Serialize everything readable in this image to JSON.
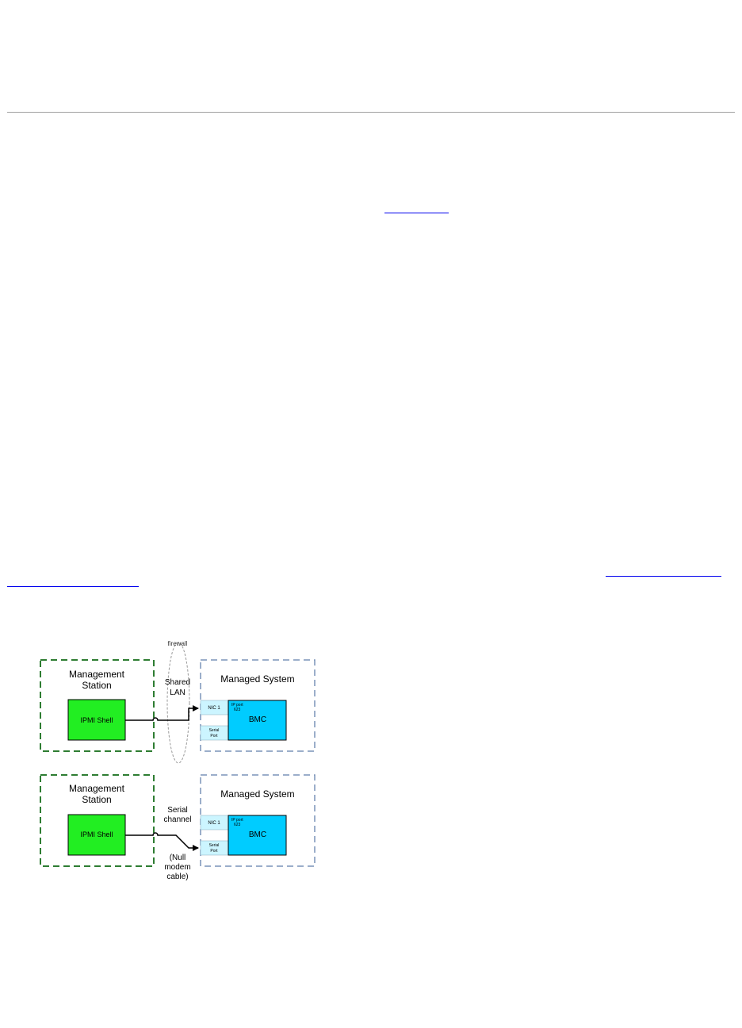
{
  "diagram": {
    "top": {
      "station_title_1": "Management",
      "station_title_2": "Station",
      "shell_label": "IPMI Shell",
      "firewall_label": "firewall",
      "channel_label_1": "Shared",
      "channel_label_2": "LAN",
      "system_title": "Managed System",
      "nic_label": "NIC 1",
      "serial_label_1": "Serial",
      "serial_label_2": "Port",
      "ipport_label_1": "IP port",
      "ipport_label_2": "623",
      "bmc_label": "BMC"
    },
    "bottom": {
      "station_title_1": "Management",
      "station_title_2": "Station",
      "shell_label": "IPMI Shell",
      "channel_label_1": "Serial",
      "channel_label_2": "channel",
      "cable_label_1": "(Null",
      "cable_label_2": "modem",
      "cable_label_3": "cable)",
      "system_title": "Managed System",
      "nic_label": "NIC 1",
      "serial_label_1": "Serial",
      "serial_label_2": "Port",
      "ipport_label_1": "IP port",
      "ipport_label_2": "623",
      "bmc_label": "BMC"
    },
    "colors": {
      "station_border": "#2e7d32",
      "system_border": "#7a94b8",
      "shell_fill": "#22ee22",
      "bmc_fill": "#00ccff",
      "port_fill": "#ccf5ff"
    }
  }
}
